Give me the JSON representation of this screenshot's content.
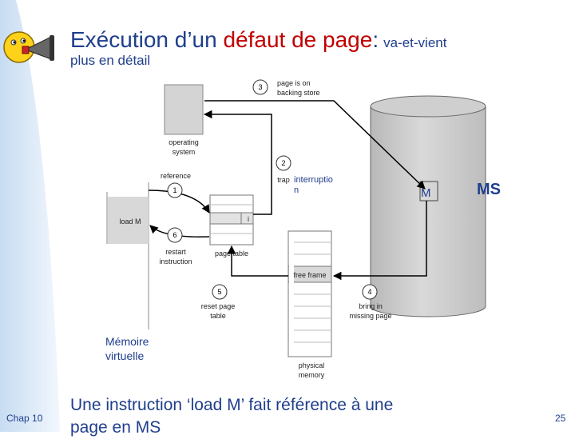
{
  "title": {
    "part1": "Exécution d’un ",
    "part2": "défaut de page",
    "part3": ":",
    "suffix": "va-et-vient",
    "subtitle": "plus en détail"
  },
  "diagram": {
    "step1_num": "1",
    "step1_label": "reference",
    "step2_num": "2",
    "step2_label": "trap",
    "step3_num": "3",
    "step3_line1": "page is on",
    "step3_line2": "backing store",
    "step4_num": "4",
    "step4_line1": "bring in",
    "step4_line2": "missing page",
    "step5_num": "5",
    "step5_line1": "reset page",
    "step5_line2": "table",
    "step6_num": "6",
    "step6_line1": "restart",
    "step6_line2": "instruction",
    "os_line1": "operating",
    "os_line2": "system",
    "load_m": "load M",
    "page_table": "page table",
    "page_table_bit": "i",
    "free_frame": "free frame",
    "phys_line1": "physical",
    "phys_line2": "memory",
    "interruption_line1": "interruptio",
    "interruption_line2": "n",
    "m_label": "M",
    "ms_label": "MS",
    "vmem_line1": "Mémoire",
    "vmem_line2": "virtuelle"
  },
  "bottom_text_line1": "Une instruction ‘load M’ fait référence à une",
  "bottom_text_line2": "page en MS",
  "footer": {
    "chapter": "Chap 10",
    "page": "25"
  },
  "colors": {
    "title_blue": "#1f3e8c",
    "title_red": "#c00000",
    "sidebar": "#dbe9f7"
  }
}
